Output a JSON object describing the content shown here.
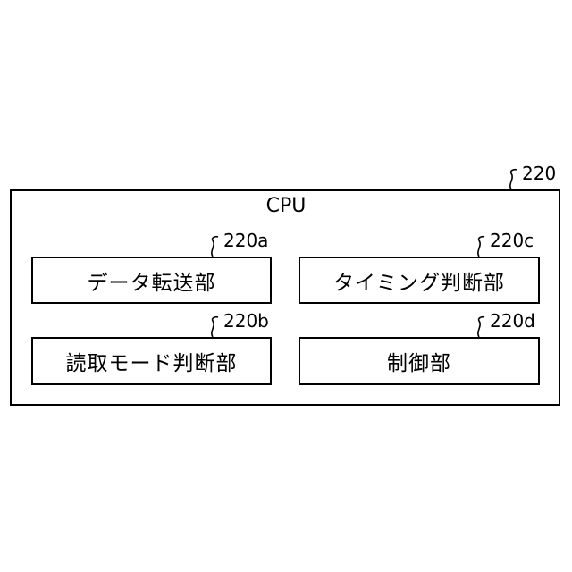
{
  "diagram": {
    "outer": {
      "ref": "220",
      "title": "CPU"
    },
    "units": [
      {
        "ref": "220a",
        "label": "データ転送部"
      },
      {
        "ref": "220c",
        "label": "タイミング判断部"
      },
      {
        "ref": "220b",
        "label": "読取モード判断部"
      },
      {
        "ref": "220d",
        "label": "制御部"
      }
    ]
  }
}
